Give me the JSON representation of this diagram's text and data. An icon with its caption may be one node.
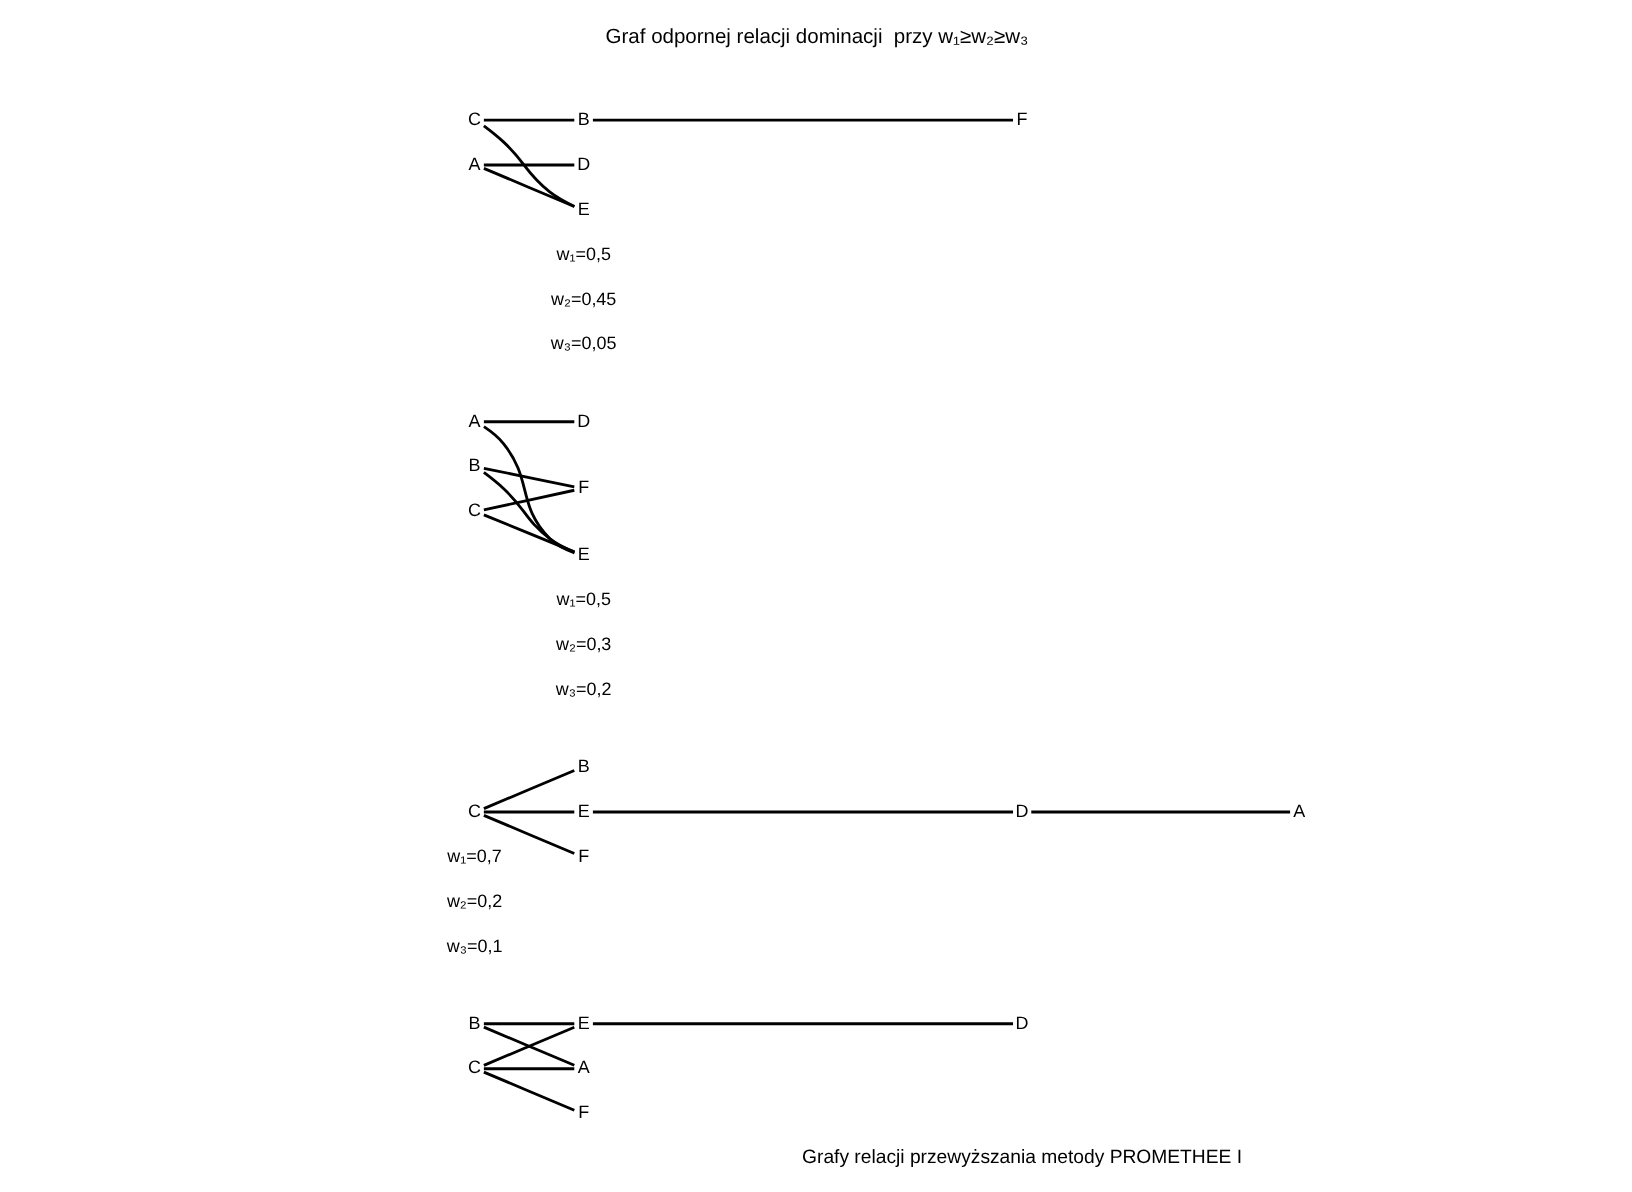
{
  "diagram": {
    "title": "Graf odpornej relacji dominacji  przy w₁≥w₂≥w₃",
    "nodes": [
      {
        "text": [
          "B"
        ]
      },
      {
        "text": [
          "A"
        ]
      },
      {
        "text": [
          "C"
        ]
      },
      {
        "text": [
          "E"
        ]
      },
      {
        "text": [
          "D"
        ]
      },
      {
        "text": [
          "F"
        ]
      },
      {
        "text": [
          "B"
        ]
      },
      {
        "text": [
          "C"
        ]
      },
      {
        "text": [
          "E"
        ]
      },
      {
        "text": [
          "F"
        ]
      },
      {
        "text": [
          "D"
        ]
      },
      {
        "text": [
          "A"
        ]
      },
      {
        "text": [
          "B"
        ]
      },
      {
        "text": [
          "E"
        ]
      },
      {
        "text": [
          "A"
        ]
      },
      {
        "text": [
          "D"
        ]
      },
      {
        "text": [
          "C"
        ]
      },
      {
        "text": [
          "F"
        ]
      },
      {
        "text": [
          "B"
        ]
      },
      {
        "text": [
          "F"
        ]
      },
      {
        "text": [
          "C"
        ]
      },
      {
        "text": [
          "E"
        ]
      },
      {
        "text": [
          "A"
        ]
      },
      {
        "text": [
          "D"
        ]
      }
    ],
    "edges": [
      {
        "from": 0,
        "to": 1,
        "arrow": "none"
      },
      {
        "from": 0,
        "to": 3,
        "arrow": "none"
      },
      {
        "from": 2,
        "to": 1,
        "arrow": "none"
      },
      {
        "from": 2,
        "to": 3,
        "arrow": "none"
      },
      {
        "from": 3,
        "to": 4,
        "arrow": "none"
      },
      {
        "from": 2,
        "to": 5,
        "arrow": "none"
      },
      {
        "from": 6,
        "to": 7,
        "arrow": "none"
      },
      {
        "from": 7,
        "to": 8,
        "arrow": "none"
      },
      {
        "from": 7,
        "to": 9,
        "arrow": "none"
      },
      {
        "from": 8,
        "to": 10,
        "arrow": "none"
      },
      {
        "from": 10,
        "to": 11,
        "arrow": "none"
      },
      {
        "from": 12,
        "to": 13,
        "arrow": "none"
      },
      {
        "from": 13,
        "to": 14,
        "arrow": "none"
      },
      {
        "from": 14,
        "to": 15,
        "arrow": "none"
      },
      {
        "from": 12,
        "to": 17,
        "arrow": "none"
      },
      {
        "from": 16,
        "to": 13,
        "arrow": "none"
      },
      {
        "from": 16,
        "to": 17,
        "arrow": "none"
      },
      {
        "from": 20,
        "to": 18,
        "arrow": "none"
      },
      {
        "from": 18,
        "to": 19,
        "arrow": "none"
      },
      {
        "from": 20,
        "to": 21,
        "arrow": "none"
      },
      {
        "from": 21,
        "to": 22,
        "arrow": "none"
      },
      {
        "from": 22,
        "to": 23,
        "arrow": "none"
      }
    ],
    "labels": [
      "Grafy relacji przewyższania metody PROMETHEE I",
      "w₁=0,7",
      "w₁=0,5",
      "w₁=0,5",
      "w₂=0,2",
      "w₂=0,3",
      "w₂=0,45",
      "w₃=0,1",
      "w₃=0,2",
      "w₃=0,05"
    ]
  }
}
